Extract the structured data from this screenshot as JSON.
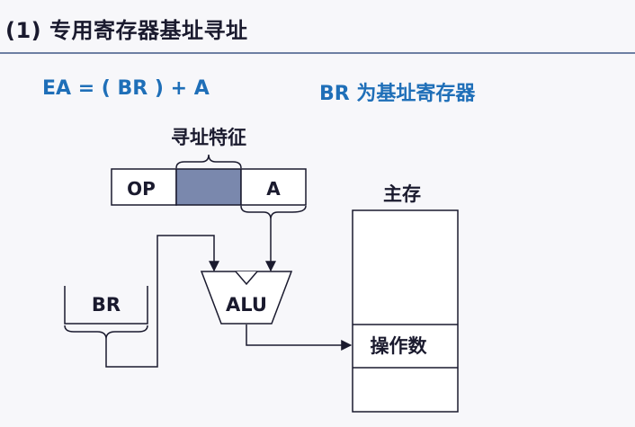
{
  "title": "(1) 专用寄存器基址寻址",
  "formula": "EA = ( BR ) + A",
  "note": "BR 为基址寄存器",
  "diagram": {
    "addressing_feature": "寻址特征",
    "op": "OP",
    "a": "A",
    "br": "BR",
    "alu": "ALU",
    "main_memory": "主存",
    "operand": "操作数"
  },
  "colors": {
    "title_rule": "#6d7fa3",
    "accent_text": "#1f6fb8",
    "feature_fill": "#7a88ad",
    "stroke": "#1a1a2e"
  }
}
